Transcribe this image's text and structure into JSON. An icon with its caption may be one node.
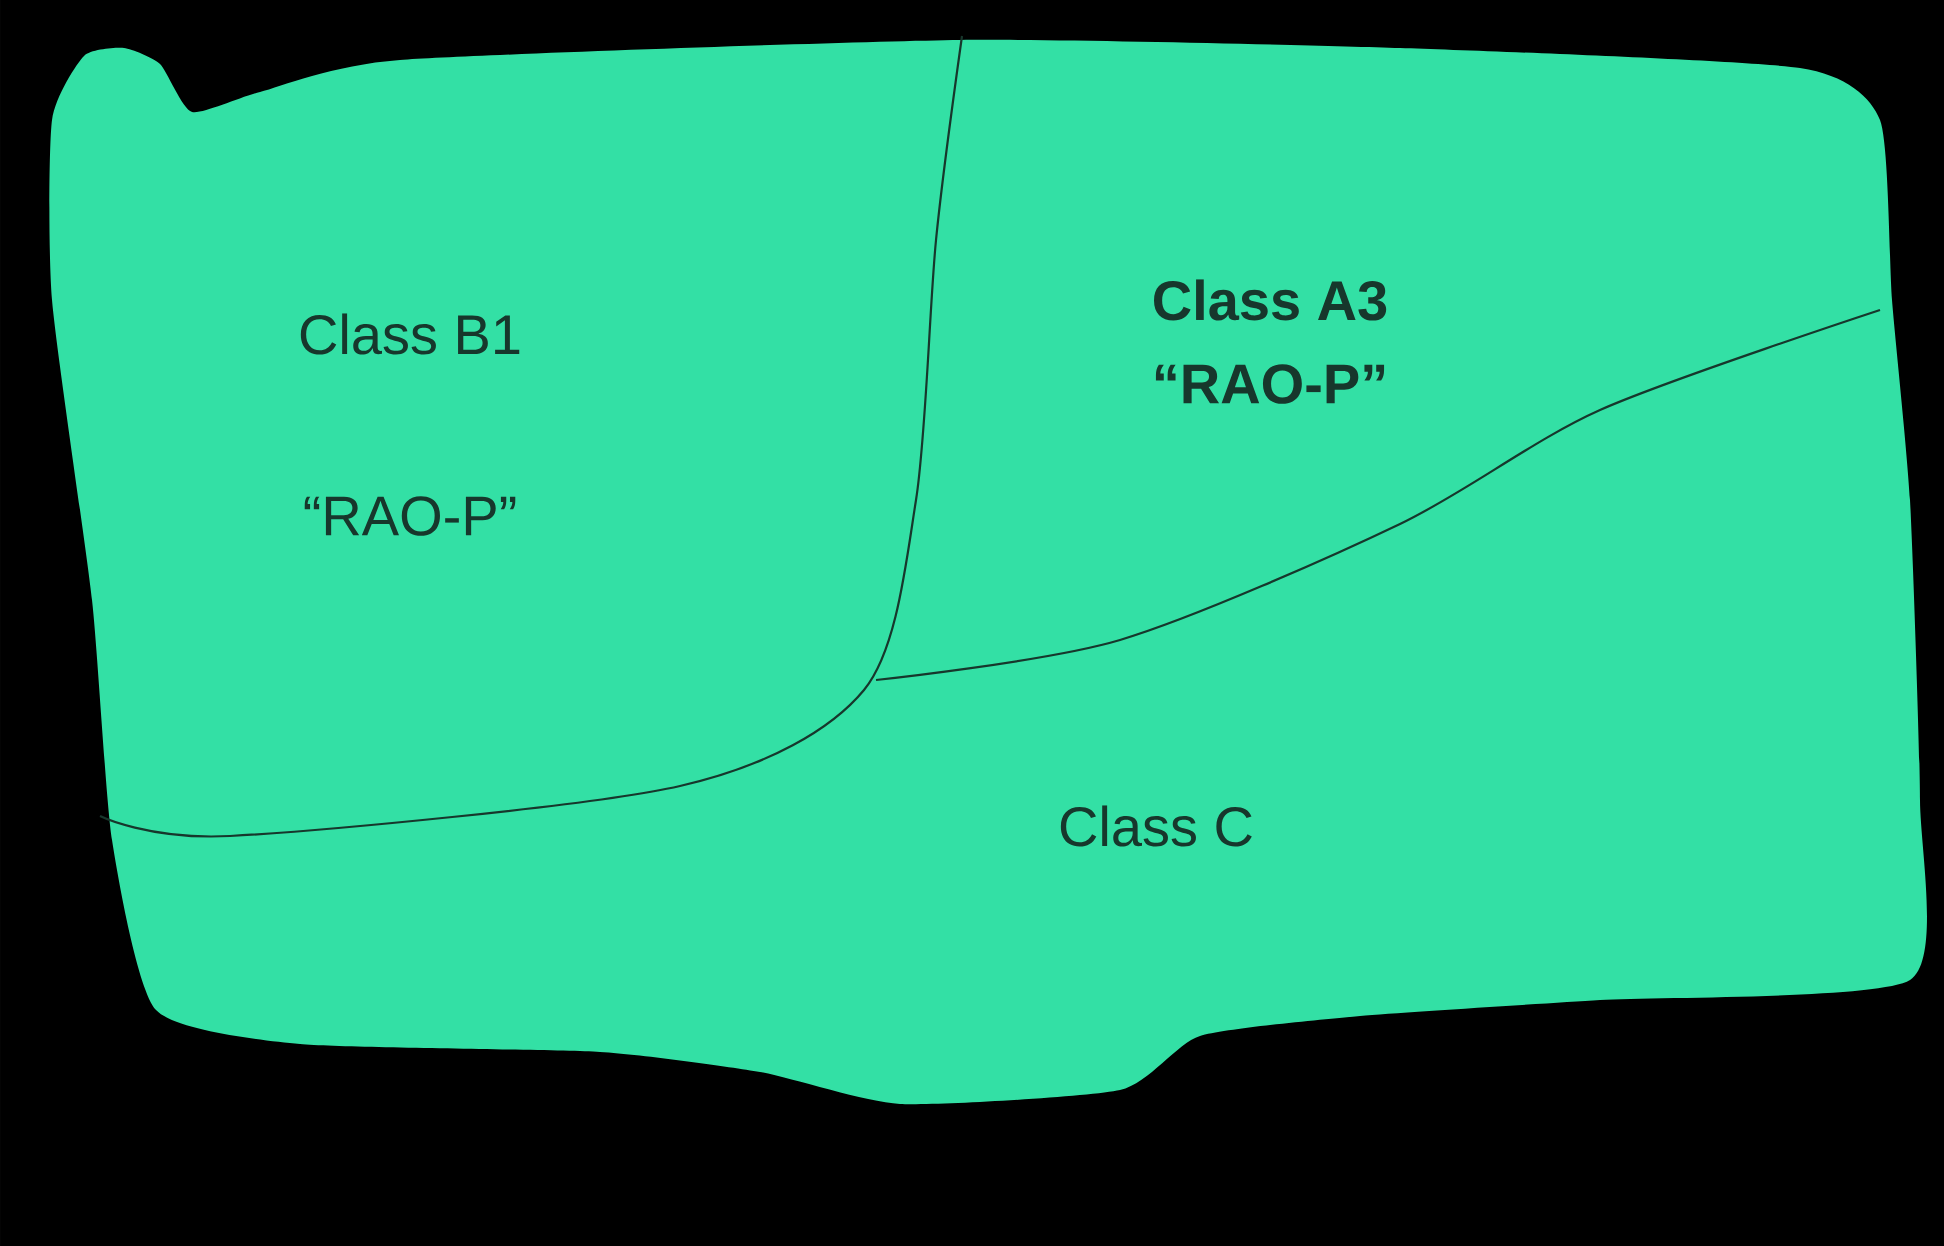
{
  "diagram": {
    "labels": [
      "Class B1",
      "“RAO-P”",
      "Class A3",
      "“RAO-P”",
      "Class C"
    ]
  }
}
